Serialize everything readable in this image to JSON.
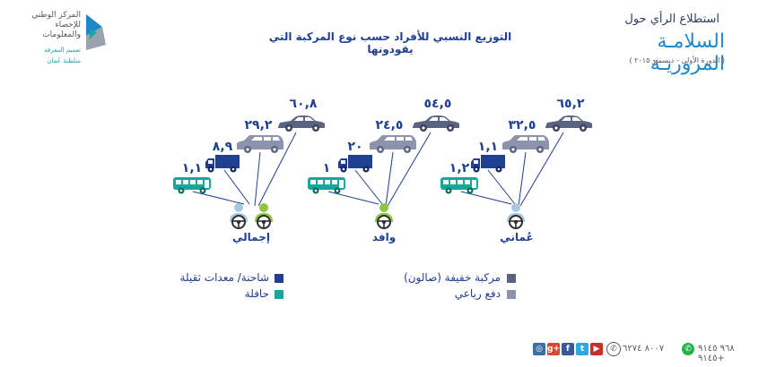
{
  "header": {
    "survey_title": "استطلاع الرأي حول",
    "main_title": "السلامـة المروريـة",
    "subtitle": "( الدورة الأولى - ديسمبر ٢٠١٥ )"
  },
  "logo": {
    "org_name_line1": "المركز الوطني",
    "org_name_line2": "للإحصاء",
    "org_name_line3": "والمعلومات",
    "slogan": "تعميم المعرفة",
    "country": "سلطنة عُمان"
  },
  "chart_title": "التوزيع النسبي للأفراد حسب نوع المركبة التي يقودونها",
  "chart_data": {
    "type": "infographic",
    "categories": [
      "عُماني",
      "وافد",
      "إجمالي"
    ],
    "series": [
      {
        "name": "مركبة خفيفة (صالون)",
        "values": [
          "٦٥,٢",
          "٥٤,٥",
          "٦٠,٨"
        ]
      },
      {
        "name": "دفع رباعي",
        "values": [
          "٣٢,٥",
          "٢٤,٥",
          "٢٩,٢"
        ]
      },
      {
        "name": "شاحنة/ معدات ثقيلة",
        "values": [
          "١,١",
          "٢٠",
          "٨,٩"
        ]
      },
      {
        "name": "حافلة",
        "values": [
          "١,٢",
          "١",
          "١,١"
        ]
      }
    ]
  },
  "groups": [
    {
      "label": "عُماني",
      "sedan": "٦٥,٢",
      "suv": "٣٢,٥",
      "truck": "١,١",
      "bus": "١,٢"
    },
    {
      "label": "وافد",
      "sedan": "٥٤,٥",
      "suv": "٢٤,٥",
      "truck": "٢٠",
      "bus": "١"
    },
    {
      "label": "إجمالي",
      "sedan": "٦٠,٨",
      "suv": "٢٩,٢",
      "truck": "٨,٩",
      "bus": "١,١"
    }
  ],
  "legend": {
    "sedan": "مركبة خفيفة (صالون)",
    "suv": "دفع رباعي",
    "truck": "شاحنة/ معدات ثقيلة",
    "bus": "حافلة"
  },
  "colors": {
    "sedan": "#5a6380",
    "suv": "#8c93ad",
    "truck": "#1f3f8f",
    "bus": "#14a89a",
    "driver_light": "#a8c8e0",
    "driver_green": "#8cc63f",
    "accent": "#1f88c9"
  },
  "footer": {
    "phone1": "٩٦٨ ٩١٤٥ ٩١٤٥+",
    "phone2": "٨٠٠٧ ٦٢٧٤",
    "social_icons": [
      "instagram-icon",
      "google-plus-icon",
      "facebook-icon",
      "twitter-icon",
      "youtube-icon"
    ]
  }
}
